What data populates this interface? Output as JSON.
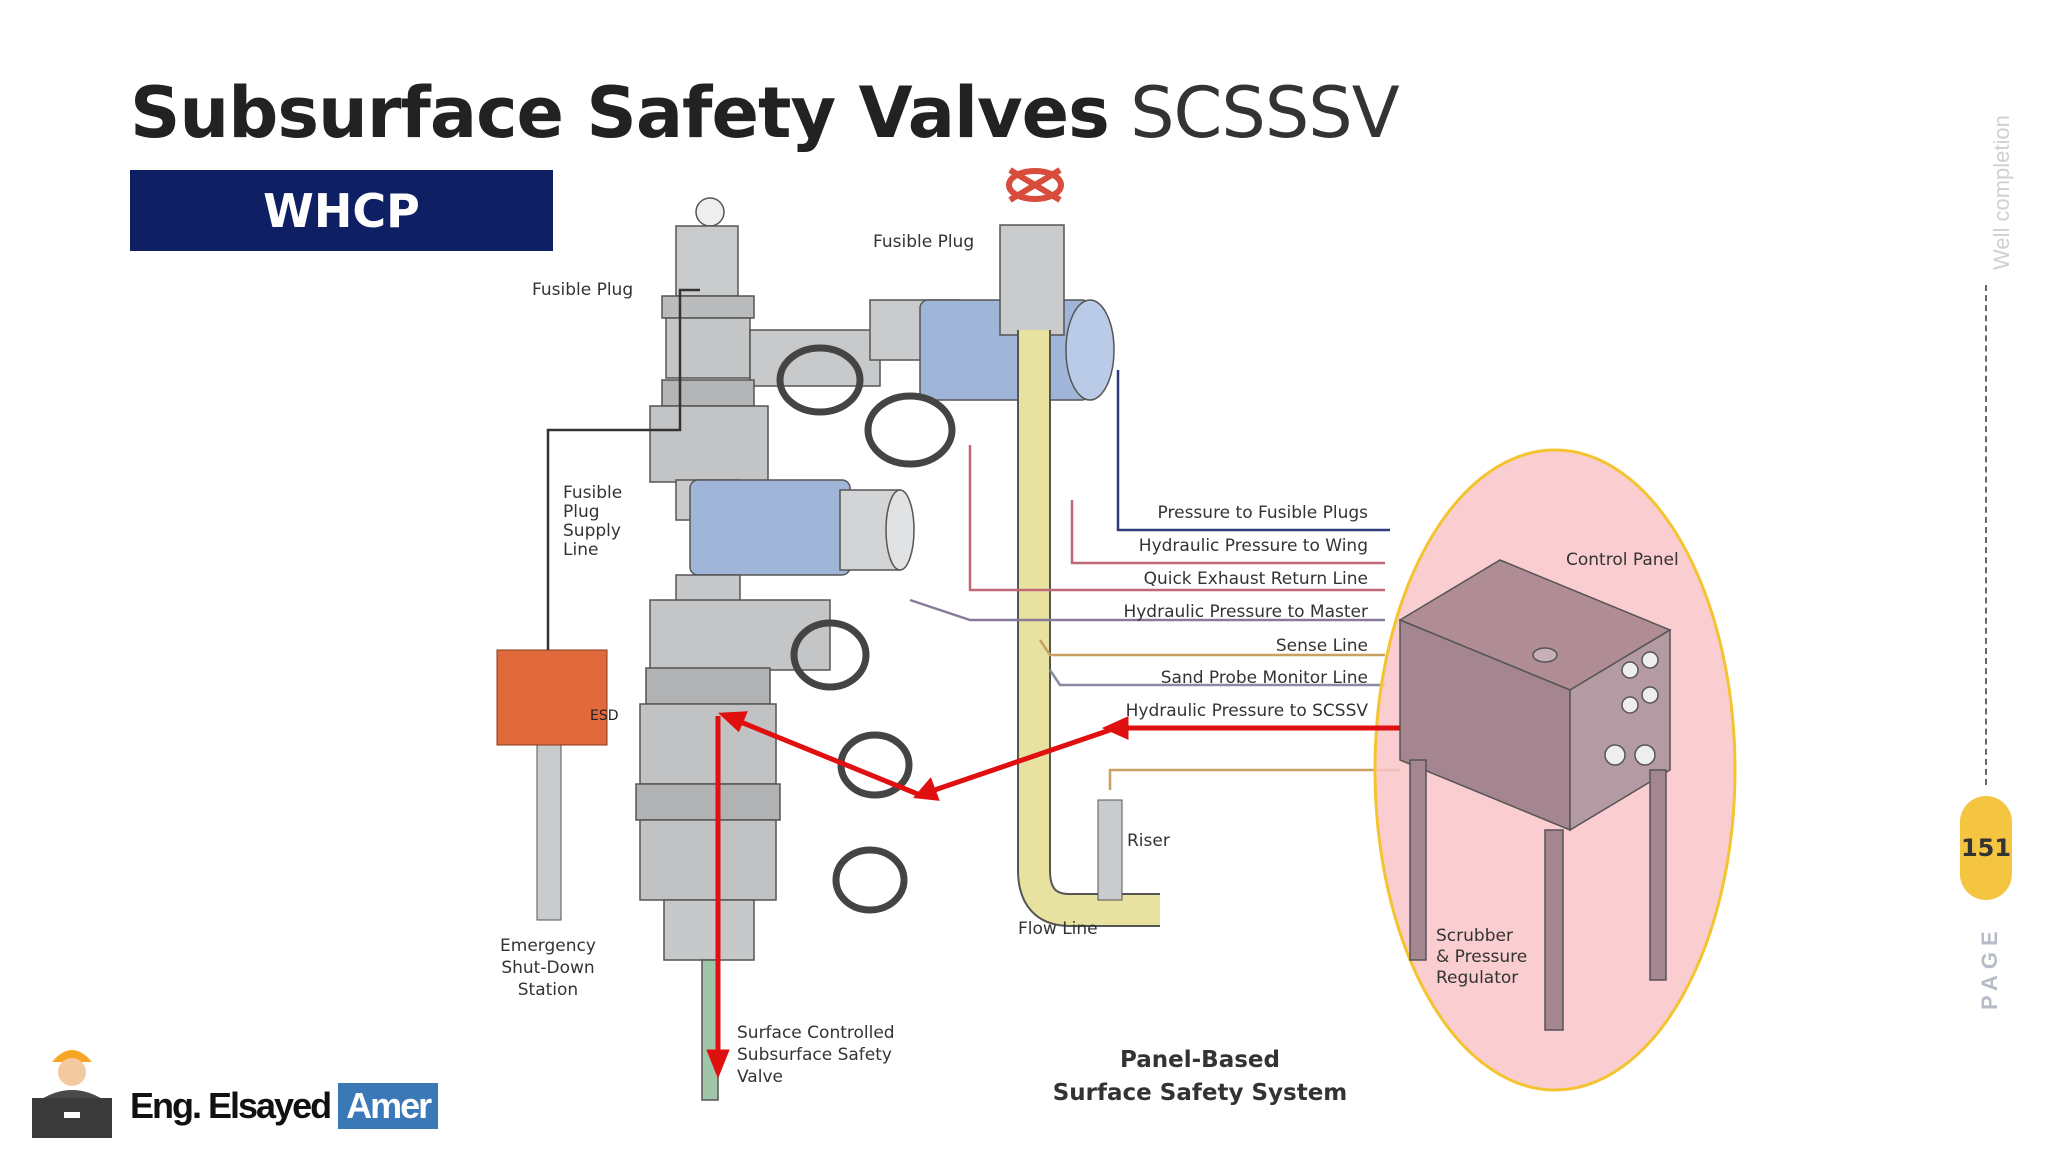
{
  "title": {
    "bold": "Subsurface Safety Valves",
    "light": "SCSSSV"
  },
  "section_tag": "WHCP",
  "side_caption": "Well completion",
  "page_number": "151",
  "page_word": "PAGE",
  "author": {
    "name": "Eng. Elsayed",
    "highlight": "Amer"
  },
  "diagram": {
    "labels": {
      "fusible_plug_left": "Fusible Plug",
      "fusible_plug_top": "Fusible Plug",
      "supply_line": [
        "Fusible",
        "Plug",
        "Supply",
        "Line"
      ],
      "esd_station": [
        "Emergency",
        "Shut-Down",
        "Station"
      ],
      "scssv": [
        "Surface Controlled",
        "Subsurface Safety",
        "Valve"
      ],
      "flow_line": "Flow Line",
      "riser": "Riser",
      "control_panel": "Control Panel",
      "scrubber": [
        "Scrubber",
        "& Pressure",
        "Regulator"
      ],
      "system_title": [
        "Panel-Based",
        "Surface Safety System"
      ],
      "esd_box": "ESD"
    },
    "lines": [
      "Pressure to Fusible Plugs",
      "Hydraulic Pressure to Wing",
      "Quick Exhaust Return Line",
      "Hydraulic Pressure to Master",
      "Sense Line",
      "Sand Probe Monitor Line",
      "Hydraulic Pressure to SCSSV"
    ],
    "colors": {
      "highlight_fill": "#f9c4c8",
      "highlight_stroke": "#f4c430",
      "arrow": "#e01010",
      "flow_line": "#e8e2a0",
      "actuator": "#9fb6d8"
    }
  }
}
